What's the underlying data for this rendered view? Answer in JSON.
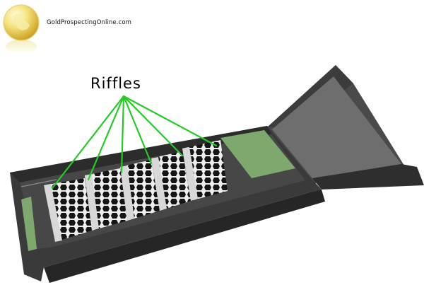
{
  "header": {
    "site_name": "GoldProspectingOnline.com",
    "logo": {
      "icon": "gold-coin-logo",
      "alt": "GoldProspectingOnline.com"
    }
  },
  "diagram": {
    "subject": "sluice box",
    "callout_label": "Riffles",
    "riffle_count": 5,
    "colors": {
      "callout_lines": "#22cc22",
      "box_body": "#3a3a3a",
      "flare_interior": "#6b6b6b",
      "mat": "#7fa86f",
      "riffle_plate": "#d8d8d8"
    }
  }
}
